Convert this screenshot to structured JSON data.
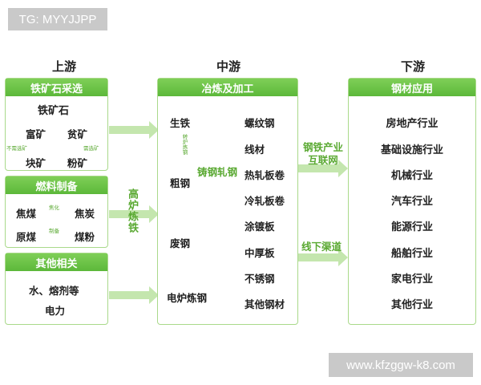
{
  "watermark_top": "TG: MYYJJPP",
  "watermark_bottom": "www.kfzggw-k8.com",
  "stages": {
    "up": "上游",
    "mid": "中游",
    "down": "下游"
  },
  "upstream": {
    "ore": {
      "title": "铁矿石采选",
      "root": "铁矿石",
      "rich": "富矿",
      "poor": "贫矿",
      "no_dress": "不需选矿",
      "need_dress": "需选矿",
      "lump": "块矿",
      "powder": "粉矿"
    },
    "fuel": {
      "title": "燃料制备",
      "coking_coal": "焦煤",
      "coking": "焦化",
      "coke": "焦炭",
      "raw_coal": "原煤",
      "milling": "制备",
      "coal_powder": "煤粉"
    },
    "other": {
      "title": "其他相关",
      "line1": "水、熔剂等",
      "line2": "电力"
    }
  },
  "blast_furnace": "高炉炼铁",
  "midstream": {
    "title": "冶炼及加工",
    "pig_iron": "生铁",
    "cast_smelt": "转炉炼钢",
    "crude_steel": "粗钢",
    "scrap": "废钢",
    "eaf": "电炉炼钢",
    "cast_roll": "铸钢轧钢",
    "products": [
      "螺纹钢",
      "线材",
      "热轧板卷",
      "冷轧板卷",
      "涂镀板",
      "中厚板",
      "不锈钢",
      "其他钢材"
    ]
  },
  "channels": {
    "internet": "钢铁产业\n互联网",
    "offline": "线下渠道"
  },
  "downstream": {
    "title": "钢材应用",
    "items": [
      "房地产行业",
      "基础设施行业",
      "机械行业",
      "汽车行业",
      "能源行业",
      "船舶行业",
      "家电行业",
      "其他行业"
    ]
  },
  "colors": {
    "accent": "#5cb83a",
    "arrow": "#c4e6ae",
    "border": "#a9d98a",
    "watermark": "#c9c9c9"
  }
}
